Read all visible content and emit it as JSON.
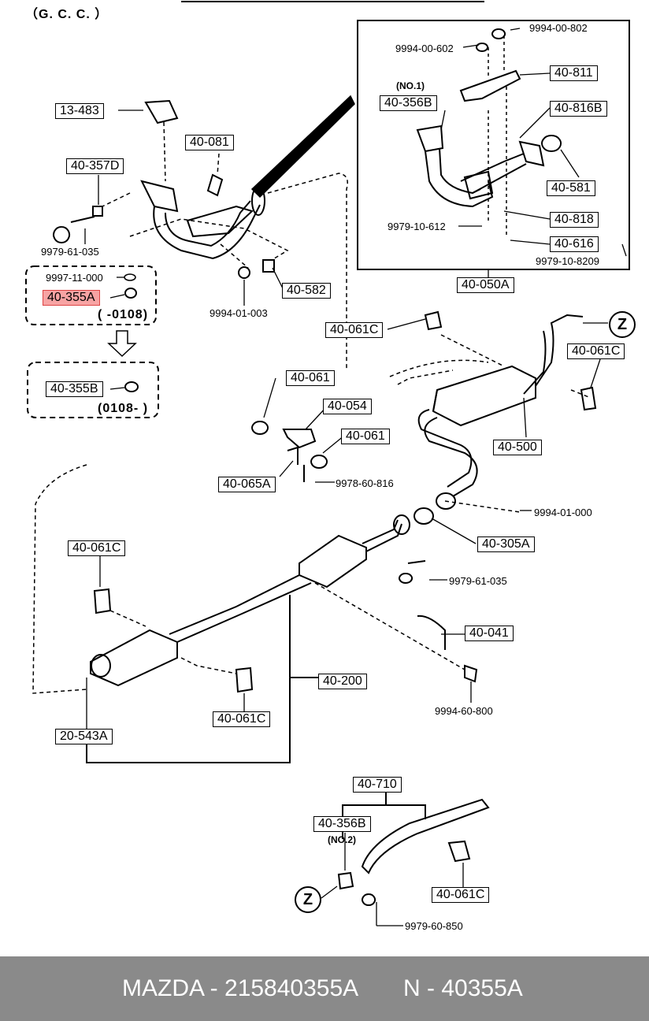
{
  "header": {
    "region": "（G. C. C. ）"
  },
  "labels": {
    "l13483": "13-483",
    "l40081": "40-081",
    "l40357D": "40-357D",
    "l40355A": "40-355A",
    "l40355B": "40-355B",
    "l40582": "40-582",
    "l40811": "40-811",
    "l40356B_top": "40-356B",
    "l40816B": "40-816B",
    "l40581": "40-581",
    "l40818": "40-818",
    "l40616": "40-616",
    "l40050A": "40-050A",
    "l40061C_a": "40-061C",
    "l40061C_b": "40-061C",
    "l40061": "40-061",
    "l40054": "40-054",
    "l40061_b": "40-061",
    "l40500": "40-500",
    "l40065A": "40-065A",
    "l40305A": "40-305A",
    "l40061C_c": "40-061C",
    "l40041": "40-041",
    "l40200": "40-200",
    "l40061C_d": "40-061C",
    "l20543A": "20-543A",
    "l40710": "40-710",
    "l40356B_bot": "40-356B",
    "l40061C_e": "40-061C"
  },
  "numbers": {
    "n9994_00_802": "9994-00-802",
    "n9994_00_602": "9994-00-602",
    "n9979_10_612": "9979-10-612",
    "n9979_10_8209": "9979-10-8209",
    "n9979_61_035_a": "9979-61-035",
    "n9997_11_000": "9997-11-000",
    "n9994_01_003": "9994-01-003",
    "n9978_60_816": "9978-60-816",
    "n9994_01_000": "9994-01-000",
    "n9979_61_035_b": "9979-61-035",
    "n9994_60_800": "9994-60-800",
    "n9979_60_850": "9979-60-850"
  },
  "notes": {
    "range1": "( -0108)",
    "range2": "(0108- )",
    "no1": "(NO.1)",
    "no2": "(NO.2)",
    "z1": "Z",
    "z2": "Z"
  },
  "footer": {
    "brand_part": "MAZDA - 215840355A",
    "oem": "N - 40355A"
  },
  "colors": {
    "highlight": "#f7a3a3",
    "footer_bg": "#8a8a8a"
  }
}
